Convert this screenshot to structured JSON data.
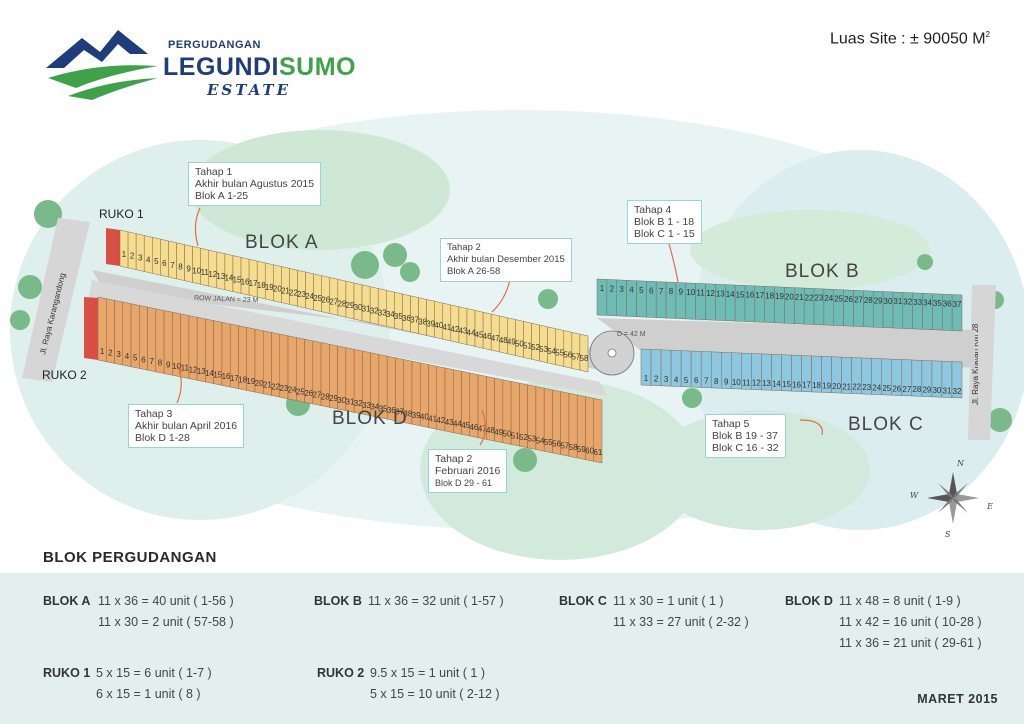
{
  "logo": {
    "top_text": "PERGUDANGAN",
    "name_part1": "LEGUNDI",
    "name_part2": "SUMO",
    "bottom_text": "ESTATE"
  },
  "site_area": "Luas Site :  ± 90050 M",
  "site_area_unit_sup": "2",
  "ruko_labels": {
    "ruko1": "RUKO 1",
    "ruko2": "RUKO 2"
  },
  "roads": {
    "left": "Jl. Raya Karangandong",
    "right": "Jl. Raya Kriktan KM 28",
    "row_jalan": "ROW JALAN = 23 M",
    "diameter": "D = 42 M"
  },
  "blok_labels": {
    "a": "BLOK A",
    "b": "BLOK B",
    "c": "BLOK C",
    "d": "BLOK D"
  },
  "callouts": {
    "tahap1": [
      "Tahap 1",
      "Akhir bulan Agustus 2015",
      "Blok A 1-25"
    ],
    "tahap2a": [
      "Tahap 2",
      "Akhir bulan Desember 2015",
      "Blok A 26-58"
    ],
    "tahap3": [
      "Tahap 3",
      "Akhir bulan April 2016",
      "Blok D 1-28"
    ],
    "tahap2d": [
      "Tahap 2",
      "Februari 2016",
      "Blok D 29 - 61"
    ],
    "tahap4": [
      "Tahap 4",
      "Blok B 1 - 18",
      "Blok C 1 - 15"
    ],
    "tahap5": [
      "Tahap 5",
      "Blok B 19 - 37",
      "Blok C 16 - 32"
    ]
  },
  "lots": {
    "a_count": 58,
    "b_count": 37,
    "c_count": 32,
    "d_count": 61
  },
  "compass": {
    "n": "N",
    "s": "S",
    "e": "E",
    "w": "W"
  },
  "legend": {
    "title": "BLOK PERGUDANGAN",
    "blok_a": {
      "name": "BLOK A",
      "lines": [
        "11 x 36 = 40 unit ( 1-56 )",
        "11 x 30 = 2 unit ( 57-58 )"
      ]
    },
    "blok_b": {
      "name": "BLOK B",
      "lines": [
        "11 x 36 = 32 unit ( 1-57 )"
      ]
    },
    "blok_c": {
      "name": "BLOK C",
      "lines": [
        "11 x 30 = 1 unit ( 1 )",
        "11 x 33 = 27 unit ( 2-32 )"
      ]
    },
    "blok_d": {
      "name": "BLOK D",
      "lines": [
        "11 x 48 = 8 unit ( 1-9 )",
        "11 x 42 = 16 unit ( 10-28 )",
        "11 x 36 = 21 unit ( 29-61 )"
      ]
    },
    "ruko_1": {
      "name": "RUKO 1",
      "lines": [
        "5 x 15 = 6 unit ( 1-7 )",
        "6 x 15 = 1 unit ( 8 )"
      ]
    },
    "ruko_2": {
      "name": "RUKO 2",
      "lines": [
        "9.5 x 15 = 1 unit ( 1 )",
        "5 x 15 = 10 unit ( 2-12 )"
      ]
    }
  },
  "footer_date": "MARET 2015",
  "colors": {
    "blok_a": "#f6dc8e",
    "blok_d": "#e8a66a",
    "blok_b": "#6fbcb7",
    "blok_c": "#8ec7e0",
    "ruko": "#d9534f",
    "trees": "#7fbf8e",
    "water": "#bfe0e6"
  }
}
